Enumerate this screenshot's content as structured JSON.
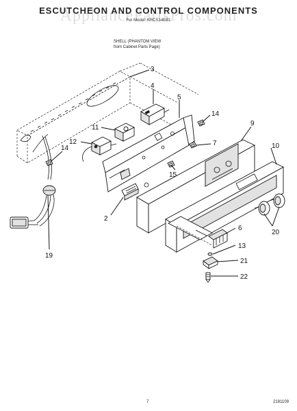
{
  "header": {
    "title": "ESCUTCHEON AND CONTROL COMPONENTS",
    "subtitle": "For Model: KRCS14EB1",
    "watermark": "AppliancePartsPros.com"
  },
  "notes": {
    "shell_line1": "SHELL (PHANTOM VIEW",
    "shell_line2": "from Cabinet Parts Page)"
  },
  "callouts": {
    "c3": "3",
    "c4": "4",
    "c5": "5",
    "c14a": "14",
    "c9": "9",
    "c7": "7",
    "c11": "11",
    "c12": "12",
    "c14b": "14",
    "c10": "10",
    "c15": "15",
    "c2": "2",
    "c20": "20",
    "c19": "19",
    "c6": "6",
    "c13": "13",
    "c21": "21",
    "c22": "22"
  },
  "footer": {
    "page_number": "7",
    "doc_number": "2181109"
  }
}
